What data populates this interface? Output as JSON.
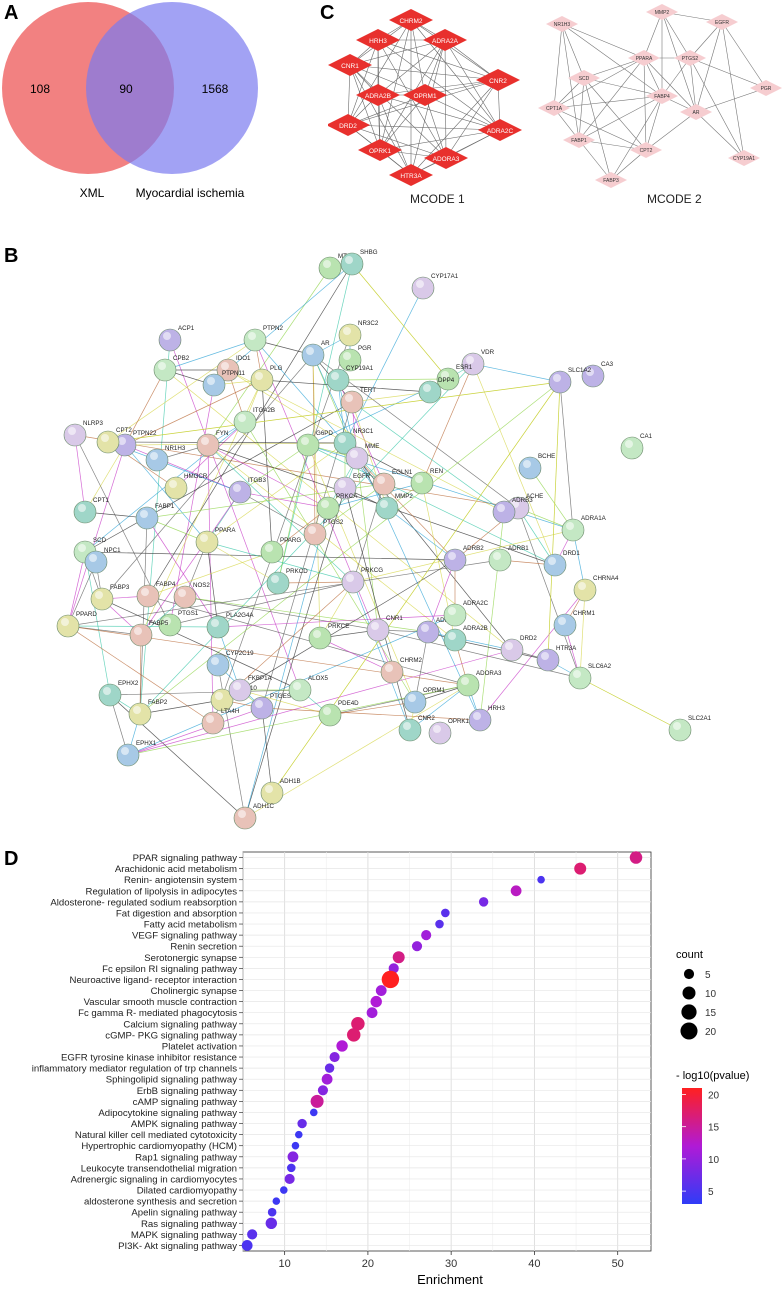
{
  "panels": {
    "a": {
      "letter": "A"
    },
    "b": {
      "letter": "B"
    },
    "c": {
      "letter": "C"
    },
    "d": {
      "letter": "D"
    }
  },
  "venn": {
    "left_only": "108",
    "overlap": "90",
    "right_only": "1568",
    "left_label": "XML",
    "right_label": "Myocardial ischemia",
    "left_color": "#f06b6b",
    "right_color": "#7a7af0"
  },
  "mcode1": {
    "title": "MCODE  1",
    "node_color": "#e8302d",
    "nodes": [
      "CHRM2",
      "HRH3",
      "ADRA2A",
      "CNR1",
      "CNR2",
      "ADRA2B",
      "OPRM1",
      "DRD2",
      "ADRA2C",
      "OPRK1",
      "ADORA3",
      "HTR3A"
    ]
  },
  "mcode2": {
    "title": "MCODE  2",
    "node_color": "#f6cdd0",
    "nodes": [
      "MMP2",
      "NR1H3",
      "EGFR",
      "PPARA",
      "PTGS2",
      "SCD",
      "FABP4",
      "PGR",
      "AR",
      "CPT1A",
      "FABP1",
      "CPT2",
      "CYP19A1",
      "FABP3"
    ]
  },
  "network": {
    "nodes": [
      "MTAP",
      "SHBG",
      "CYP17A1",
      "ACP1",
      "PTPN2",
      "AR",
      "NR3C2",
      "IDO1",
      "PGR",
      "CYP19A1",
      "VDR",
      "CA3",
      "CPB2",
      "PTPN11",
      "PLG",
      "TERT",
      "ESR1",
      "DPP4",
      "NLRP3",
      "PTPN22",
      "ITGA2B",
      "NR1H3",
      "CPT2",
      "FYN",
      "G6PD",
      "NR3C1",
      "MME",
      "SLC1A2",
      "CA1",
      "BCHE",
      "HMGCR",
      "EGLN1",
      "REN",
      "CPT1",
      "EGFR",
      "ITGB3",
      "SCD",
      "FABP1",
      "PPARA",
      "PTGS2",
      "PRKCA",
      "MMP2",
      "ACHE",
      "ADRB3",
      "ADRA1A",
      "NPC1",
      "FABP3",
      "NOS2",
      "PPARG",
      "PRKCD",
      "PRKCG",
      "ADRB2",
      "ADRB1",
      "DRD1",
      "CHRNA4",
      "FABP4",
      "PTGS1",
      "PLA2G4A",
      "CNR1",
      "ADRA2A",
      "ADRA2C",
      "CHRM1",
      "PPARD",
      "FABP5",
      "PRKCE",
      "ADRA2B",
      "DRD2",
      "HTR3A",
      "SLC6A2",
      "CYP2C19",
      "PLA2G10",
      "CHRM2",
      "ADORA3",
      "EPHX2",
      "FKBP1A",
      "PTGES",
      "ALOX5",
      "OPRM1",
      "FABP2",
      "LTA4H",
      "PDE4D",
      "CNR2",
      "OPRK1",
      "HRH3",
      "SLC2A1",
      "EPHX1",
      "ADH1B",
      "ADH1C"
    ]
  },
  "chart_data": {
    "type": "scatter",
    "xlabel": "Enrichment",
    "ylabel": "",
    "xlim": [
      5,
      54
    ],
    "xticks": [
      10,
      20,
      30,
      40,
      50
    ],
    "grid": true,
    "categories": [
      "PPAR signaling pathway",
      "Arachidonic acid metabolism",
      "Renin- angiotensin system",
      "Regulation of lipolysis in adipocytes",
      "Aldosterone- regulated sodium reabsorption",
      "Fat digestion and absorption",
      "Fatty acid metabolism",
      "VEGF signaling pathway",
      "Renin secretion",
      "Serotonergic synapse",
      "Fc epsilon RI signaling pathway",
      "Neuroactive ligand- receptor interaction",
      "Cholinergic synapse",
      "Vascular smooth muscle contraction",
      "Fc gamma R- mediated phagocytosis",
      "Calcium signaling pathway",
      "cGMP- PKG signaling pathway",
      "Platelet activation",
      "EGFR tyrosine kinase inhibitor resistance",
      "inflammatory mediator regulation of trp channels",
      "Sphingolipid signaling pathway",
      "ErbB signaling pathway",
      "cAMP signaling pathway",
      "Adipocytokine signaling pathway",
      "AMPK signaling pathway",
      "Natural killer cell mediated cytotoxicity",
      "Hypertrophic cardiomyopathy (HCM)",
      "Rap1 signaling pathway",
      "Leukocyte transendothelial migration",
      "Adrenergic signaling in cardiomyocytes",
      "Dilated cardiomyopathy",
      "aldosterone synthesis and secretion",
      "Apelin signaling pathway",
      "Ras signaling pathway",
      "MAPK signaling pathway",
      "PI3K- Akt signaling pathway"
    ],
    "series": [
      {
        "enrichment": [
          52.2,
          45.5,
          40.8,
          37.8,
          33.9,
          29.3,
          28.6,
          27.0,
          25.9,
          23.7,
          23.1,
          22.7,
          21.6,
          21.0,
          20.5,
          18.8,
          18.3,
          16.9,
          16.0,
          15.4,
          15.1,
          14.6,
          13.9,
          13.5,
          12.1,
          11.7,
          11.3,
          11.0,
          10.8,
          10.6,
          9.9,
          9.0,
          8.5,
          8.4,
          6.1,
          5.5
        ],
        "count": [
          9,
          8,
          2,
          6,
          4,
          3,
          3,
          5,
          5,
          8,
          5,
          21,
          6,
          7,
          6,
          11,
          11,
          7,
          5,
          4,
          6,
          5,
          10,
          2,
          4,
          2,
          2,
          6,
          3,
          5,
          2,
          2,
          3,
          7,
          5,
          6
        ],
        "neg_log10_pvalue": [
          16,
          17,
          5,
          13,
          8,
          6,
          6,
          11,
          10,
          16,
          10,
          21,
          11,
          12,
          11,
          17,
          17,
          12,
          9,
          7,
          11,
          9,
          15,
          4,
          7,
          4,
          4,
          9,
          5,
          8,
          4,
          4,
          5,
          7,
          6,
          5
        ]
      }
    ],
    "size_legend": {
      "title": "count",
      "levels": [
        5,
        10,
        15,
        20
      ]
    },
    "color_legend": {
      "title": "- log10(pvalue)",
      "ticks": [
        20,
        15,
        10,
        5
      ],
      "low_color": "#2f3cf7",
      "mid_color": "#b01ad6",
      "high_color": "#ff2020"
    }
  }
}
